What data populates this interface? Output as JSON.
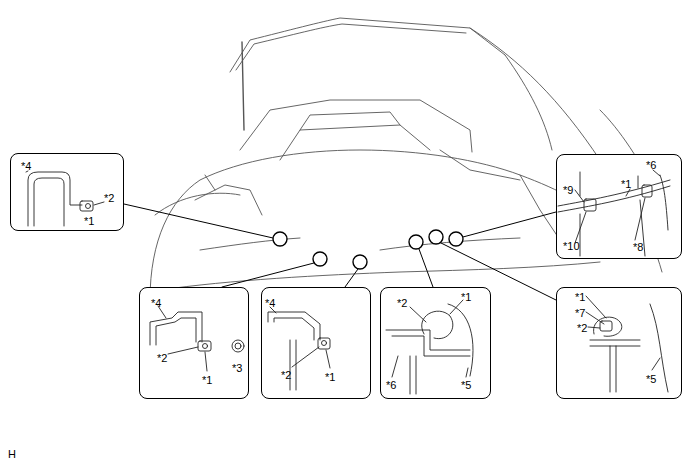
{
  "diagram": {
    "nodes": [
      {
        "text": [
          "*4",
          "*2",
          "*1"
        ]
      },
      {
        "text": [
          "*6",
          "*9",
          "*1",
          "*10",
          "*8"
        ]
      },
      {
        "text": [
          "*4",
          "*2",
          "*1",
          "*3"
        ]
      },
      {
        "text": [
          "*4",
          "*2",
          "*1"
        ]
      },
      {
        "text": [
          "*2",
          "*1",
          "*6",
          "*5"
        ]
      },
      {
        "text": [
          "*1",
          "*7",
          "*2",
          "*5"
        ]
      }
    ],
    "labels": [
      "H"
    ]
  }
}
